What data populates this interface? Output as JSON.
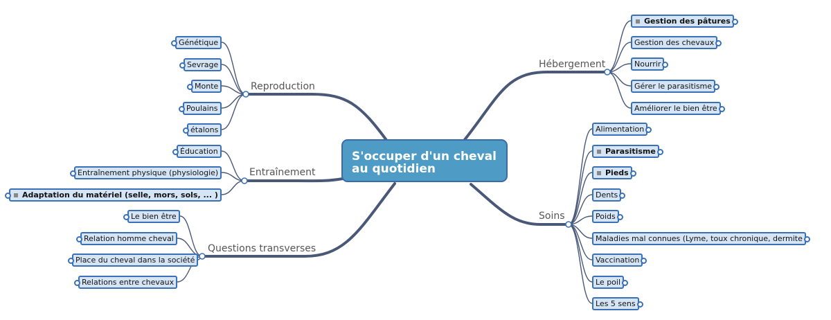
{
  "center": {
    "line1": "S'occuper d'un cheval",
    "line2": "au quotidien"
  },
  "branches": [
    {
      "label": "Reproduction",
      "side": "left",
      "children": [
        {
          "text": "Génétique"
        },
        {
          "text": "Sevrage"
        },
        {
          "text": "Monte"
        },
        {
          "text": "Poulains"
        },
        {
          "text": "étalons"
        }
      ]
    },
    {
      "label": "Entraînement",
      "side": "left",
      "children": [
        {
          "text": "Éducation"
        },
        {
          "text": "Entraînement physique (physiologie)"
        },
        {
          "text": "Adaptation du matériel (selle, mors, sols, ... )",
          "collapsed": true
        }
      ]
    },
    {
      "label": "Questions transverses",
      "side": "left",
      "children": [
        {
          "text": "Le bien être"
        },
        {
          "text": "Relation homme cheval"
        },
        {
          "text": "Place du cheval dans la société"
        },
        {
          "text": "Relations entre chevaux"
        }
      ]
    },
    {
      "label": "Hébergement",
      "side": "right",
      "children": [
        {
          "text": "Gestion des pâtures",
          "collapsed": true
        },
        {
          "text": "Gestion des chevaux"
        },
        {
          "text": "Nourrir"
        },
        {
          "text": "Gérer le parasitisme"
        },
        {
          "text": "Améliorer le bien être"
        }
      ]
    },
    {
      "label": "Soins",
      "side": "right",
      "children": [
        {
          "text": "Alimentation"
        },
        {
          "text": "Parasitisme",
          "collapsed": true
        },
        {
          "text": "Pieds",
          "collapsed": true
        },
        {
          "text": "Dents"
        },
        {
          "text": "Poids"
        },
        {
          "text": "Maladies mal connues (Lyme, toux chronique, dermite"
        },
        {
          "text": "Vaccination"
        },
        {
          "text": "Le poil"
        },
        {
          "text": "Les 5 sens"
        }
      ]
    }
  ],
  "colors": {
    "node_fill": "#d5e5f6",
    "node_border": "#3a70b6",
    "center_fill": "#4e9cc6",
    "link": "#4a5878"
  }
}
